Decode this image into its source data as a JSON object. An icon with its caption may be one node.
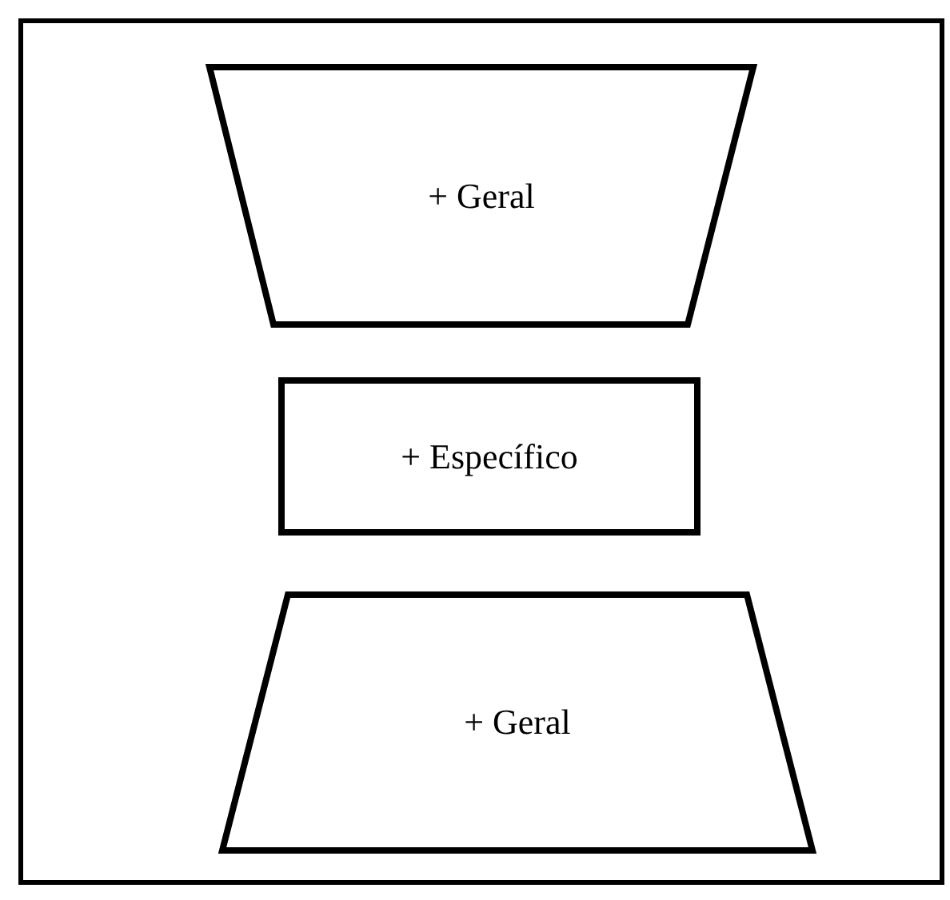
{
  "diagram": {
    "nodes": [
      {
        "text": [
          "+ Geral"
        ]
      },
      {
        "text": [
          "+ Específico"
        ]
      },
      {
        "text": [
          "+ Geral"
        ]
      }
    ]
  }
}
